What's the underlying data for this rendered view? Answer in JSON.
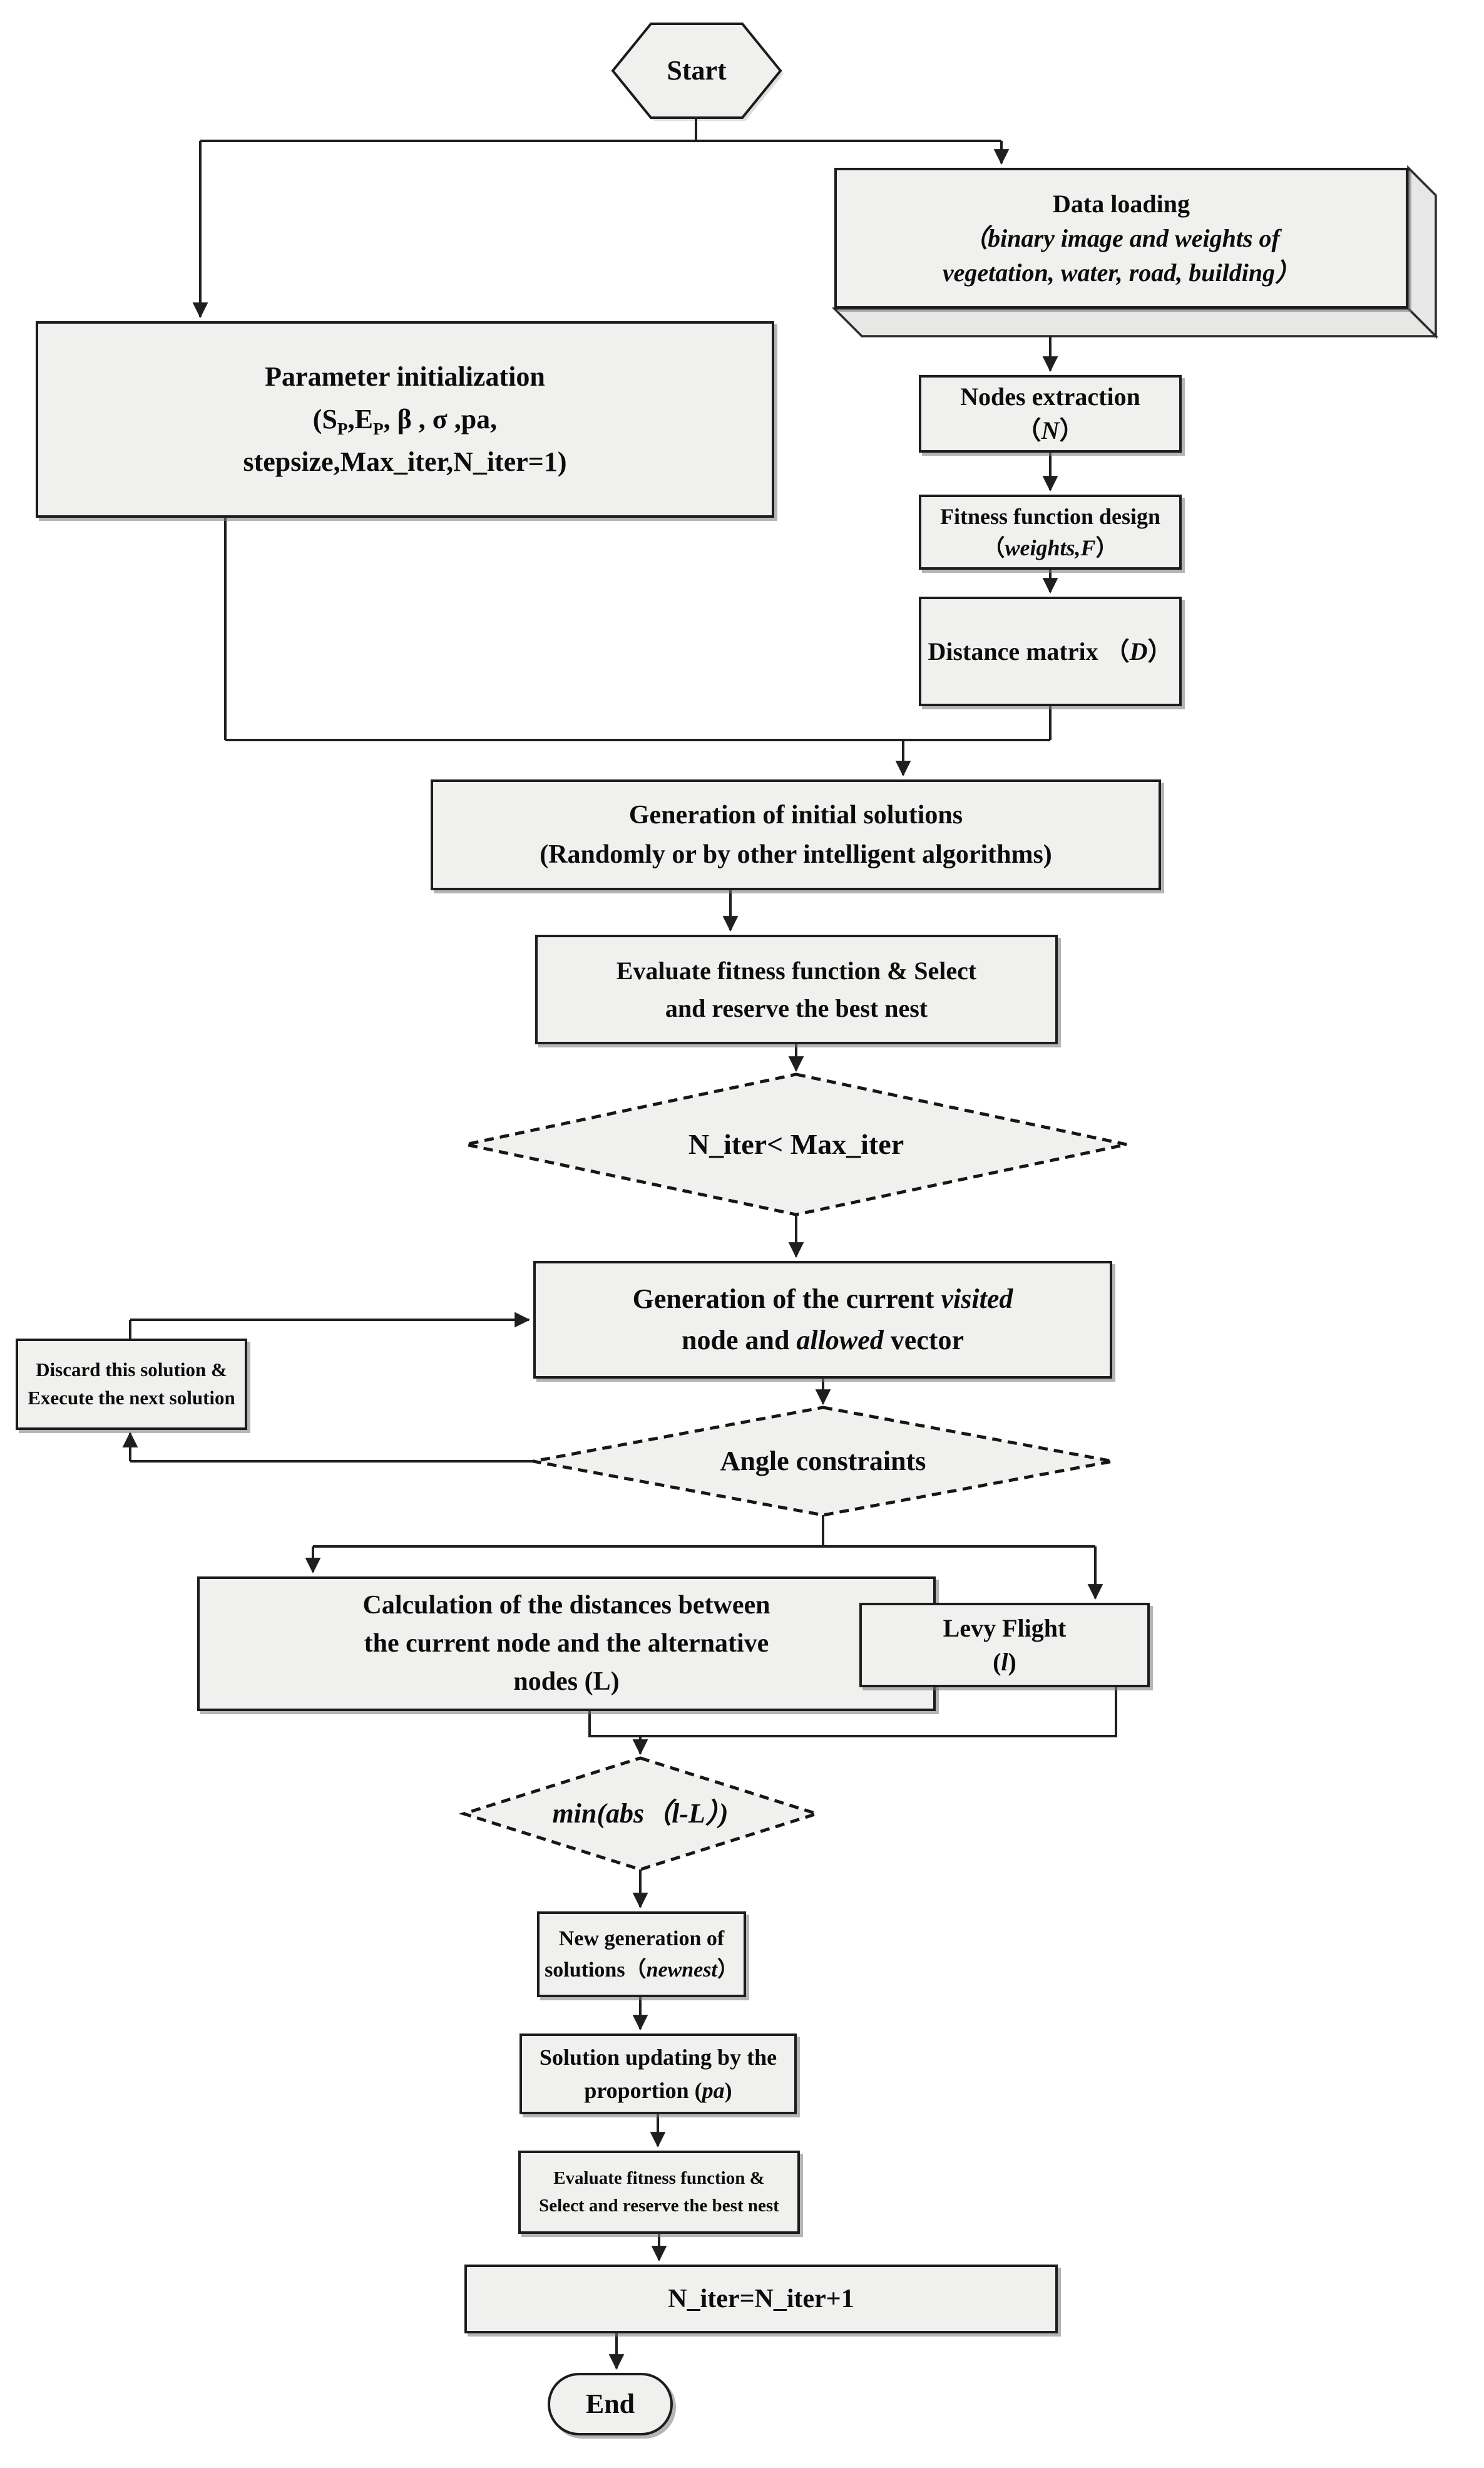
{
  "background": "#ffffff",
  "colors": {
    "shape_fill": "#f0f0ef",
    "shape_border": "#1c1c1c",
    "connector_line": "#1f1f1f",
    "shadow": "#9a9a9a"
  },
  "nodes": {
    "start": {
      "type": "terminator-hexagon",
      "label": "Start"
    },
    "data_loading": {
      "type": "data-3d-box",
      "lines": [
        "Data loading",
        "*（binary image and weights of*",
        "*vegetation, water, road, building）*"
      ]
    },
    "parameter_initialization": {
      "type": "process",
      "lines": [
        "Parameter initialization",
        "(S~P~,E~P~, β , σ ,pa,",
        "stepsize,Max_iter,N_iter=1)"
      ]
    },
    "nodes_extraction": {
      "type": "process",
      "lines": [
        "Nodes extraction",
        "（*N*）"
      ]
    },
    "fitness_function_design": {
      "type": "process",
      "lines": [
        "Fitness function design",
        "（*weights,F*）"
      ]
    },
    "distance_matrix": {
      "type": "process",
      "lines": [
        "Distance matrix （*D*）"
      ]
    },
    "initial_solutions": {
      "type": "process",
      "lines": [
        "Generation of initial solutions",
        "(Randomly or by other intelligent algorithms)"
      ]
    },
    "evaluate_select_1": {
      "type": "process",
      "lines": [
        "Evaluate fitness function & Select",
        "and reserve the best nest"
      ]
    },
    "iteration_check": {
      "type": "decision",
      "label": "N_iter< Max_iter"
    },
    "visited_allowed": {
      "type": "process",
      "lines": [
        "Generation of the current *visited*",
        "node and *allowed* vector"
      ]
    },
    "discard_solution": {
      "type": "process",
      "lines": [
        "Discard this solution &",
        "Execute the next solution"
      ]
    },
    "angle_constraints": {
      "type": "decision",
      "label": "Angle constraints"
    },
    "distance_calculation": {
      "type": "process",
      "lines": [
        "Calculation of the distances between",
        "the current node and the alternative",
        "nodes (L)"
      ]
    },
    "levy_flight": {
      "type": "process",
      "lines": [
        "Levy Flight",
        "(*l*)"
      ]
    },
    "min_abs": {
      "type": "decision",
      "label": "*min(abs（l-L）)*"
    },
    "new_generation": {
      "type": "process",
      "lines": [
        "New generation of",
        "solutions（*newnest*）"
      ]
    },
    "solution_updating": {
      "type": "process",
      "lines": [
        "Solution updating by the",
        "proportion (*pa*)"
      ]
    },
    "evaluate_select_2": {
      "type": "process",
      "lines": [
        "Evaluate fitness function &",
        "Select and reserve the best nest"
      ]
    },
    "iteration_increment": {
      "type": "process",
      "lines": [
        "N_iter=N_iter+1"
      ]
    },
    "end": {
      "type": "terminator",
      "label": "End"
    }
  }
}
